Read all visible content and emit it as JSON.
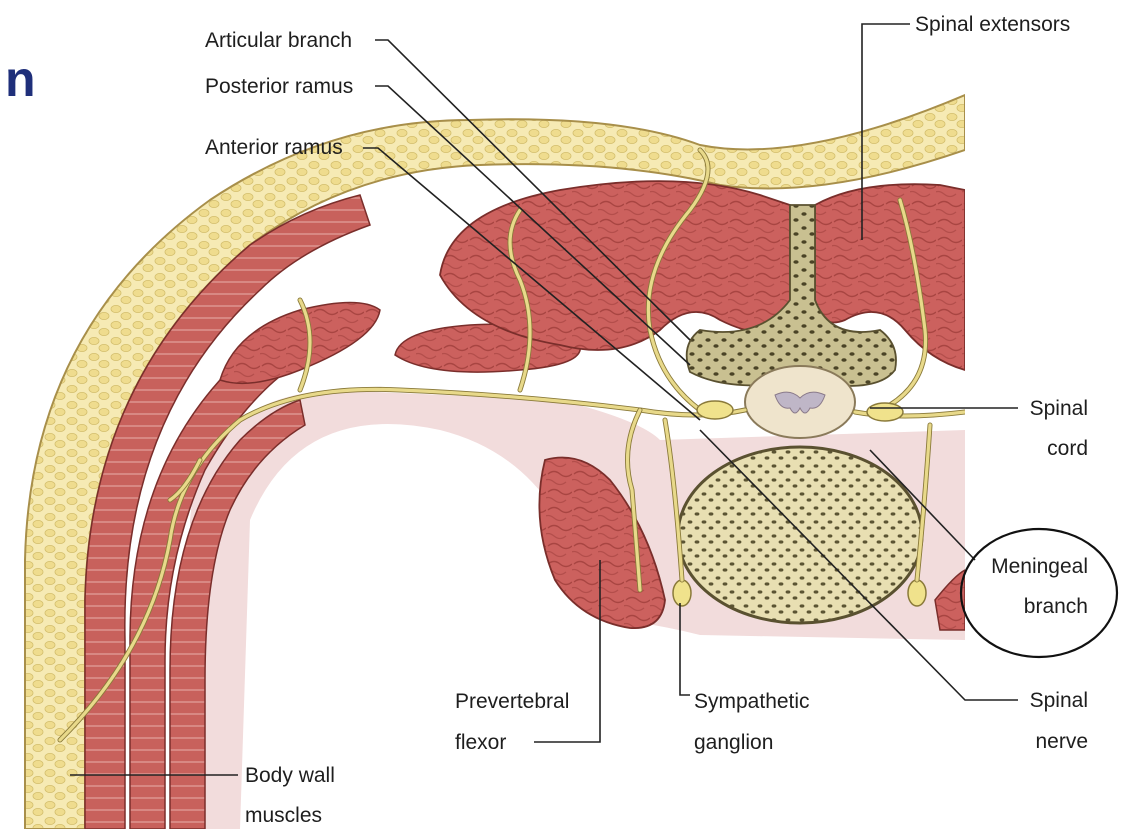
{
  "slide_fragment": "n",
  "labels": {
    "articular_branch": "Articular branch",
    "posterior_ramus": "Posterior ramus",
    "anterior_ramus": "Anterior ramus",
    "spinal_extensors": "Spinal extensors",
    "spinal_cord_1": "Spinal",
    "spinal_cord_2": "cord",
    "meningeal_1": "Meningeal",
    "meningeal_2": "branch",
    "spinal_nerve_1": "Spinal",
    "spinal_nerve_2": "nerve",
    "prevertebral_1": "Prevertebral",
    "prevertebral_2": "flexor",
    "sympathetic_1": "Sympathetic",
    "sympathetic_2": "ganglion",
    "body_wall_1": "Body wall",
    "body_wall_2": "muscles"
  },
  "colors": {
    "muscle": "#c85a58",
    "muscle_dark": "#9e3f3c",
    "fat": "#f3e6a8",
    "body_cavity": "#f3dcdc",
    "bone": "#8a8a5a",
    "nerve": "#e8d98a"
  }
}
